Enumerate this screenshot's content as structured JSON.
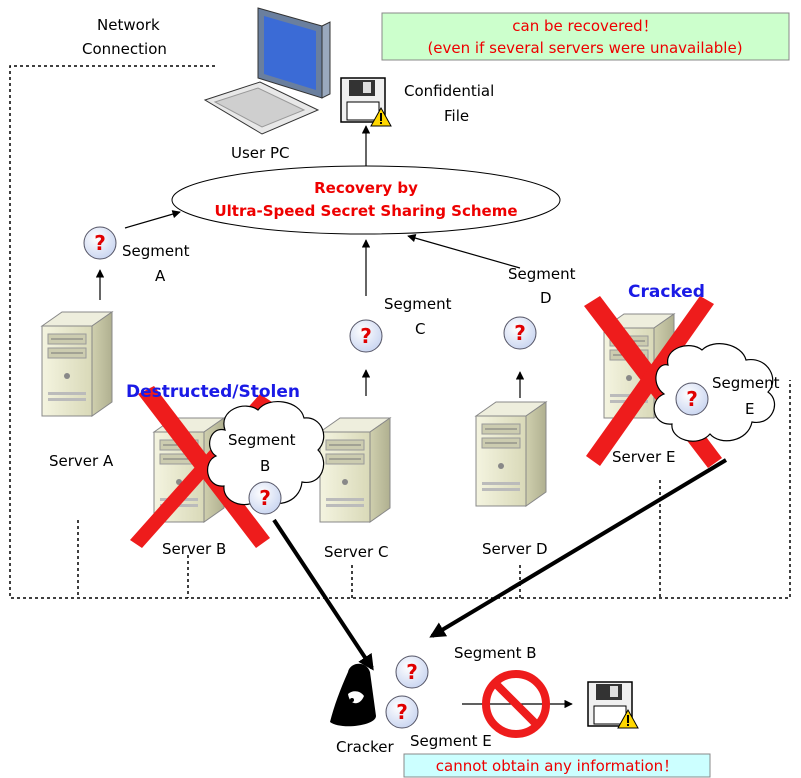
{
  "network_label_line1": "Network",
  "network_label_line2": "Connection",
  "user_pc_label": "User PC",
  "confidential_file_line1": "Confidential",
  "confidential_file_line2": "File",
  "recovered_note_line1": "can be recovered！",
  "recovered_note_line2": "(even if several servers were unavailable)",
  "recovery_line1": "Recovery by",
  "recovery_line2": "Ultra-Speed Secret Sharing Scheme",
  "segment_a_line1": "Segment",
  "segment_a_line2": "A",
  "segment_b_line1": "Segment",
  "segment_b_line2": "B",
  "segment_c_line1": "Segment",
  "segment_c_line2": "C",
  "segment_d_line1": "Segment",
  "segment_d_line2": "D",
  "segment_e_line1": "Segment",
  "segment_e_line2": "E",
  "question_mark": "?",
  "server_a": "Server A",
  "server_b": "Server B",
  "server_c": "Server C",
  "server_d": "Server D",
  "server_e": "Server E",
  "destructed_label": "Destructed/Stolen",
  "cracked_label": "Cracked",
  "cracker_label": "Cracker",
  "cracker_segment_b": "Segment B",
  "cracker_segment_e": "Segment E",
  "no_info_note": "cannot obtain any information！",
  "colors": {
    "red": "#ee0000",
    "blue": "#1a1ae6",
    "green_note_bg": "#ccffcc",
    "cyan_note_bg": "#ccffff",
    "server_body": "#e6e6c8"
  }
}
